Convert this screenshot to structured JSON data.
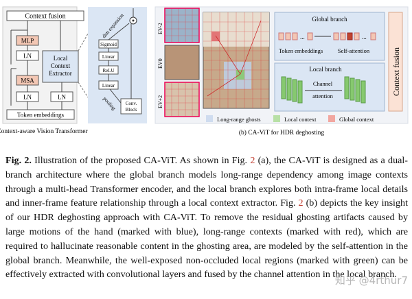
{
  "figure": {
    "left_panel": {
      "title": "Context fusion",
      "mlp": "MLP",
      "ln_top": "LN",
      "msa": "MSA",
      "ln_bottom": "LN",
      "ln_right": "LN",
      "lce_line1": "Local",
      "lce_line2": "Context",
      "lce_line3": "Extractor",
      "token_embeddings": "Token embeddings",
      "caption": "(a) Context-aware Vision Transformer"
    },
    "extractor": {
      "dim_expansion": "dim expansion",
      "sigmoid": "Sigmoid",
      "linear_top": "Linear",
      "relu": "ReLU",
      "linear_bottom": "Linear",
      "pooling": "pooling",
      "conv_line1": "Conv.",
      "conv_line2": "Block",
      "multiply_symbol": "⊙"
    },
    "right_panel": {
      "ev_labels": [
        "EV-2",
        "EV0",
        "EV+2"
      ],
      "global_branch": "Global branch",
      "token_embeddings": "Token embeddings",
      "self_attention": "Self-attention",
      "local_branch": "Local branch",
      "channel_attention_line1": "Channel",
      "channel_attention_line2": "attention",
      "context_fusion": "Context fusion",
      "legend": [
        "Long-range ghosts",
        "Local context",
        "Global context"
      ],
      "caption": "(b) CA-ViT for HDR deghosting"
    },
    "colors": {
      "pink": "#f3c7b4",
      "blue_box": "#dbe6f4",
      "green": "#86c96f",
      "red": "#e0525a",
      "orange": "#f0a37f"
    }
  },
  "caption_text": {
    "label": "Fig. 2.",
    "line1_a": " Illustration of the proposed CA-ViT. As shown in Fig. ",
    "ref1": "2",
    "line1_b": " (a), the CA-ViT is designed as a dual-branch architecture where the global branch models long-range dependency among image contexts through a multi-head Transformer encoder, and the local branch explores both intra-frame local details and inner-frame feature relationship through a local context extractor. Fig. ",
    "ref2": "2",
    "line1_c": " (b) depicts the key insight of our HDR deghosting approach with CA-ViT. To remove the residual ghosting artifacts caused by large motions of the hand (marked with blue), long-range contexts (marked with red), which are required to hallucinate reasonable content in the ghosting area, are modeled by the self-attention in the global branch. Meanwhile, the well-exposed non-occluded local regions (marked with green) can be effectively extracted with convolutional layers and fused by the channel attention in the local branch."
  },
  "watermark": "知乎 @4rthur7"
}
